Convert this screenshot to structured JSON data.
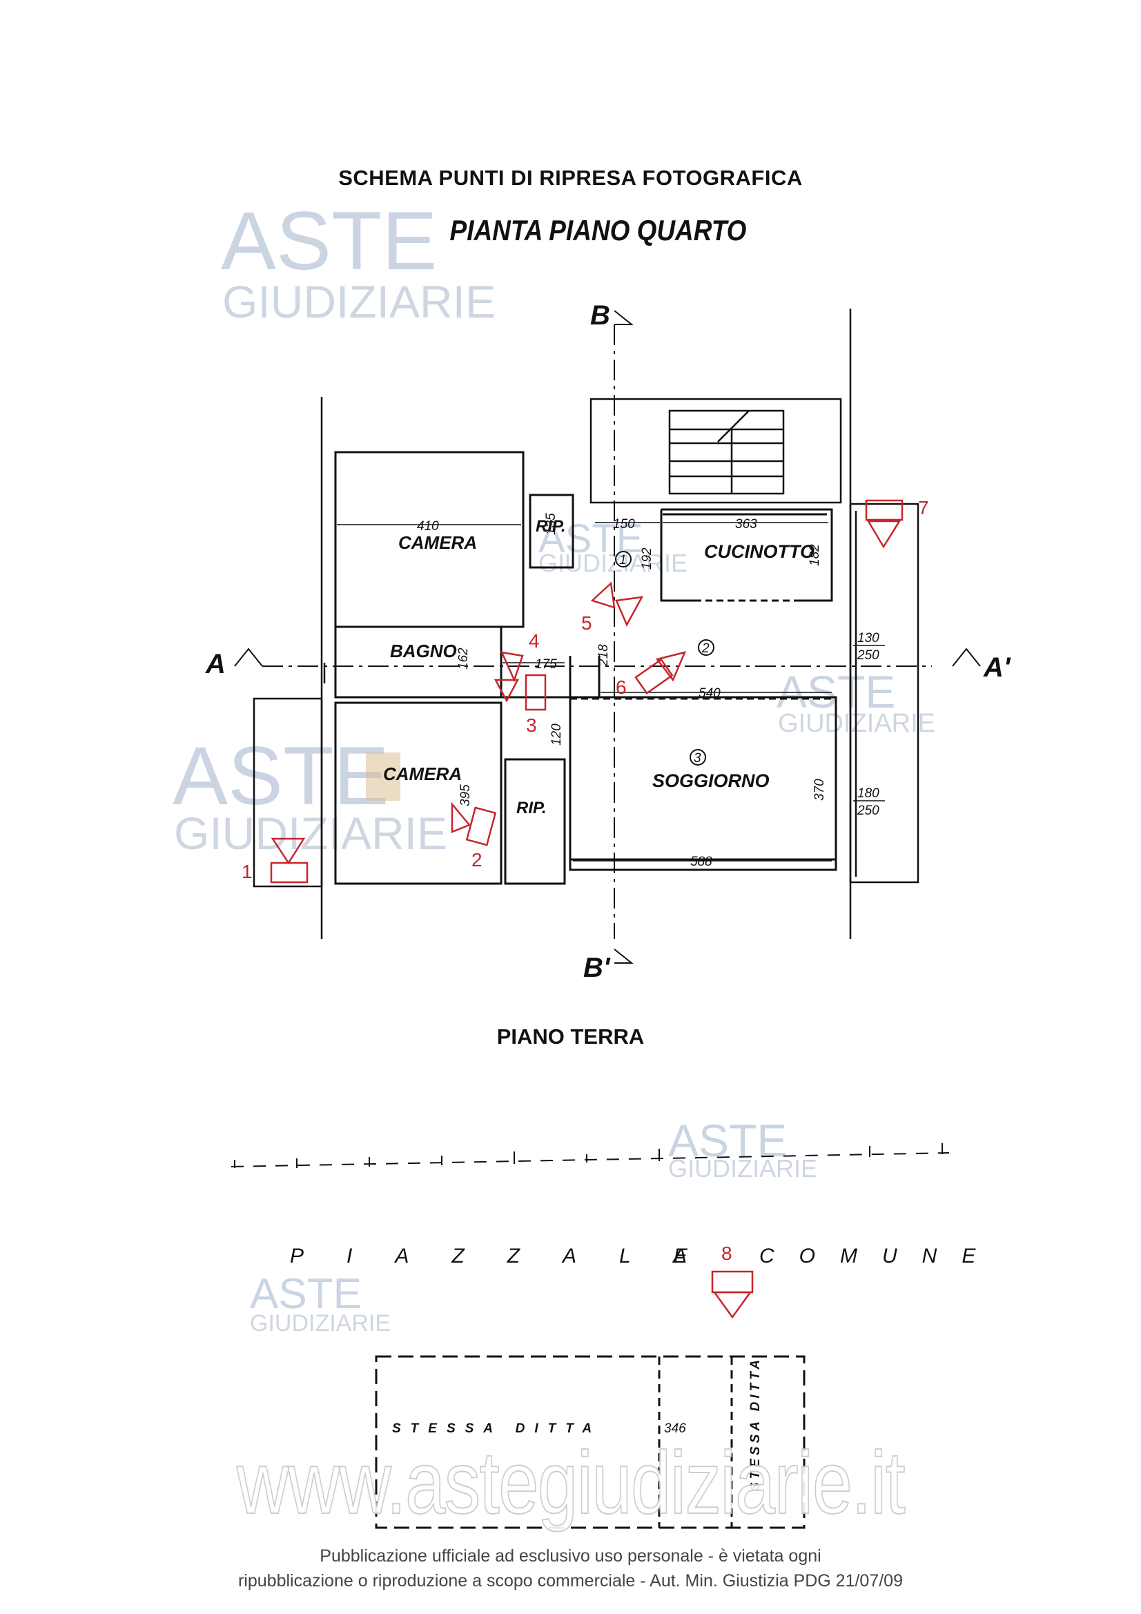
{
  "titles": {
    "main": "SCHEMA PUNTI DI RIPRESA FOTOGRAFICA",
    "floor": "PIANTA PIANO QUARTO",
    "ground": "PIANO TERRA"
  },
  "sections": {
    "a": "A",
    "a_prime": "A'",
    "b": "B",
    "b_prime": "B'"
  },
  "rooms": {
    "camera_top": "CAMERA",
    "rip_top": "RIP.",
    "cucinotto": "CUCINOTTO",
    "bagno": "BAGNO",
    "camera_bottom": "CAMERA",
    "rip_bottom": "RIP.",
    "soggiorno": "SOGGIORNO"
  },
  "dimensions": {
    "camera_width": "410",
    "rip_height": "135",
    "hall_150": "150",
    "hall_192": "192",
    "cucinotto_width": "363",
    "cucinotto_height": "182",
    "window_130": "130",
    "window_250a": "250",
    "bagno_162": "162",
    "bagno_175": "175",
    "hall_218": "218",
    "living_540": "540",
    "hall_120": "120",
    "camera_395": "395",
    "soggiorno_370": "370",
    "window_180": "180",
    "window_250b": "250",
    "soggiorno_588": "588"
  },
  "room_markers": [
    "1",
    "2",
    "3"
  ],
  "photo_points": [
    "1",
    "2",
    "3",
    "4",
    "5",
    "6",
    "7",
    "8"
  ],
  "ground": {
    "piazzale": "PIAZZALE",
    "a": "A",
    "comune": "COMUNE",
    "stessa_ditta": "STESSA DITTA",
    "stessa_ditta_vertical": "STESSA DITTA",
    "number": "346"
  },
  "watermark": {
    "aste": "ASTE",
    "giudiziarie": "GIUDIZIARIE",
    "site": "www.astegiudiziarie.it"
  },
  "footer": {
    "line1": "Pubblicazione ufficiale ad esclusivo uso personale - è vietata ogni",
    "line2": "ripubblicazione o riproduzione a scopo commerciale - Aut. Min. Giustizia PDG 21/07/09"
  },
  "colors": {
    "photo_point": "#c8242b",
    "watermark": "#9fb2cc",
    "ink": "#111111"
  }
}
